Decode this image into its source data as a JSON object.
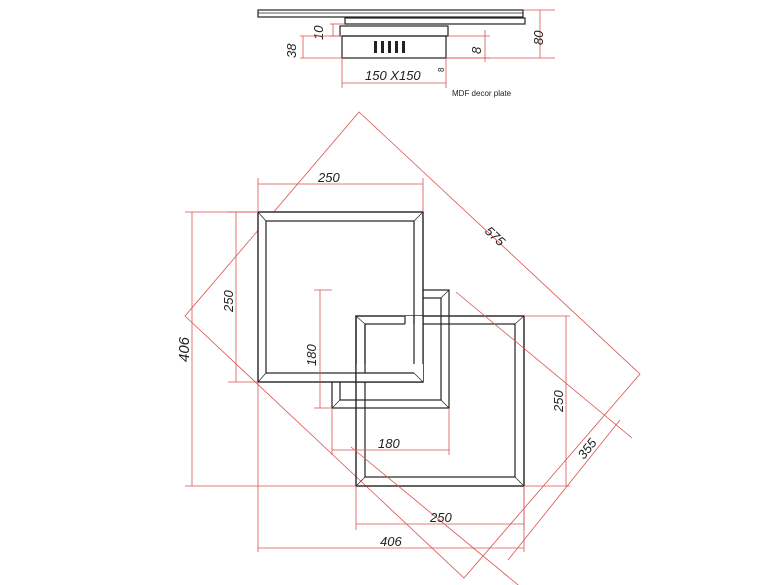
{
  "side_view": {
    "dims": {
      "d10": "10",
      "d38": "38",
      "d8": "8",
      "d80": "80",
      "base": "150 X150",
      "small": "8"
    },
    "note": "MDF  decor plate"
  },
  "plan_view": {
    "dims": {
      "top_width": "250",
      "left_height": "250",
      "total_height": "406",
      "center_height": "180",
      "center_width": "180",
      "diagonal": "575",
      "right_height": "250",
      "diagonal_small": "355",
      "bottom_width": "250",
      "total_width": "406"
    }
  }
}
